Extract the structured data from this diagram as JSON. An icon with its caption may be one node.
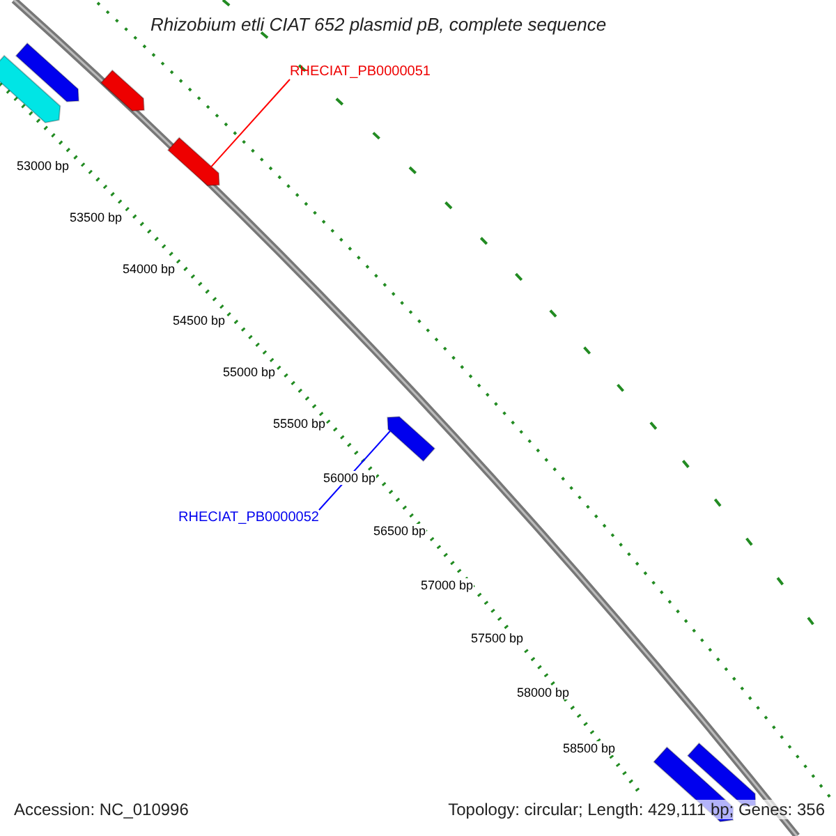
{
  "diagram": {
    "title": "Rhizobium etli CIAT 652 plasmid pB, complete sequence",
    "nodes": [
      {
        "text": [
          "RHECIAT_PB0000051"
        ]
      },
      {
        "text": [],
        "shape": "bar"
      },
      {
        "text": [
          "RHECIAT_PB0000052"
        ]
      },
      {
        "text": [],
        "shape": "bar"
      }
    ],
    "edges": [
      {
        "from": 0,
        "to": 1,
        "arrow": "none",
        "color": "#ff0000"
      },
      {
        "from": 2,
        "to": 3,
        "arrow": "none",
        "color": "#0000ff"
      }
    ],
    "labels": [
      "53000 bp",
      "53500 bp",
      "54000 bp",
      "54500 bp",
      "55000 bp",
      "55500 bp",
      "56000 bp",
      "56500 bp",
      "57000 bp",
      "57500 bp",
      "58000 bp",
      "58500 bp",
      "Accession: NC_010996",
      "Topology: circular; Length: 429,111 bp; Genes: 356"
    ]
  }
}
